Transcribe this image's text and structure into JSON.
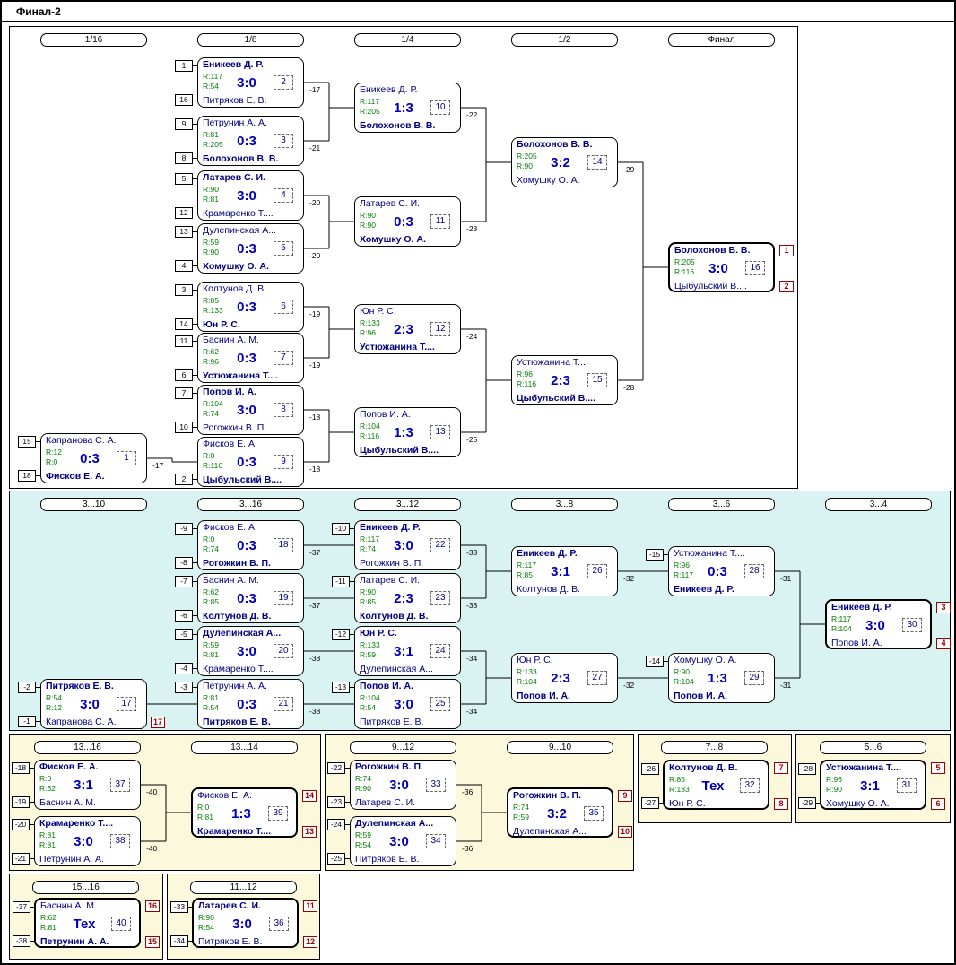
{
  "window": {
    "title": "Финал-2"
  },
  "colors": {
    "player_name": "#00007f",
    "rating": "#007f00",
    "score": "#0000bb",
    "match_number": "#000080",
    "place_badge": "#990000",
    "main_bg": "#ffffff",
    "consolation_bg": "#d9f3f3",
    "classification_bg": "#fcf8dc"
  },
  "panels": [
    {
      "name": "main-bracket-panel",
      "headers": [
        "1/16",
        "1/8",
        "1/4",
        "1/2",
        "Финал"
      ]
    },
    {
      "name": "places-3-10-panel",
      "headers": [
        "3...10",
        "3...16",
        "3...12",
        "3...8",
        "3...6",
        "3...4"
      ]
    },
    {
      "name": "places-13-16-panel",
      "headers": [
        "13...16",
        "13...14"
      ]
    },
    {
      "name": "places-9-12-panel",
      "headers": [
        "9...12",
        "9...10"
      ]
    },
    {
      "name": "places-7-8-panel",
      "headers": [
        "7...8"
      ]
    },
    {
      "name": "places-5-6-panel",
      "headers": [
        "5...6"
      ]
    },
    {
      "name": "places-15-16-panel",
      "headers": [
        "15...16"
      ]
    },
    {
      "name": "places-11-12-panel",
      "headers": [
        "11...12"
      ]
    }
  ],
  "matches": [
    {
      "no": "1",
      "score": "0:3",
      "loser_to": "-17",
      "final": false,
      "p1": {
        "seed": "15",
        "name": "Капранова С. А.",
        "rating": "R:12",
        "winner": false,
        "place": ""
      },
      "p2": {
        "seed": "18",
        "name": "Фисков Е. А.",
        "rating": "R:0",
        "winner": true,
        "place": ""
      }
    },
    {
      "no": "2",
      "score": "3:0",
      "loser_to": "-17",
      "final": false,
      "p1": {
        "seed": "1",
        "name": "Еникеев Д. Р.",
        "rating": "R:117",
        "winner": true,
        "place": ""
      },
      "p2": {
        "seed": "16",
        "name": "Питряков Е. В.",
        "rating": "R:54",
        "winner": false,
        "place": ""
      }
    },
    {
      "no": "3",
      "score": "0:3",
      "loser_to": "-21",
      "final": false,
      "p1": {
        "seed": "9",
        "name": "Петрунин А. А.",
        "rating": "R:81",
        "winner": false,
        "place": ""
      },
      "p2": {
        "seed": "8",
        "name": "Болохонов В. В.",
        "rating": "R:205",
        "winner": true,
        "place": ""
      }
    },
    {
      "no": "4",
      "score": "3:0",
      "loser_to": "-20",
      "final": false,
      "p1": {
        "seed": "5",
        "name": "Латарев С. И.",
        "rating": "R:90",
        "winner": true,
        "place": ""
      },
      "p2": {
        "seed": "12",
        "name": "Крамаренко Т....",
        "rating": "R:81",
        "winner": false,
        "place": ""
      }
    },
    {
      "no": "5",
      "score": "0:3",
      "loser_to": "-20",
      "final": false,
      "p1": {
        "seed": "13",
        "name": "Дулепинская А...",
        "rating": "R:59",
        "winner": false,
        "place": ""
      },
      "p2": {
        "seed": "4",
        "name": "Хомушку О. А.",
        "rating": "R:90",
        "winner": true,
        "place": ""
      }
    },
    {
      "no": "6",
      "score": "0:3",
      "loser_to": "-19",
      "final": false,
      "p1": {
        "seed": "3",
        "name": "Колтунов Д. В.",
        "rating": "R:85",
        "winner": false,
        "place": ""
      },
      "p2": {
        "seed": "14",
        "name": "Юн Р. С.",
        "rating": "R:133",
        "winner": true,
        "place": ""
      }
    },
    {
      "no": "7",
      "score": "0:3",
      "loser_to": "-19",
      "final": false,
      "p1": {
        "seed": "11",
        "name": "Баснин А. М.",
        "rating": "R:62",
        "winner": false,
        "place": ""
      },
      "p2": {
        "seed": "6",
        "name": "Устюжанина Т....",
        "rating": "R:96",
        "winner": true,
        "place": ""
      }
    },
    {
      "no": "8",
      "score": "3:0",
      "loser_to": "-18",
      "final": false,
      "p1": {
        "seed": "7",
        "name": "Попов И. А.",
        "rating": "R:104",
        "winner": true,
        "place": ""
      },
      "p2": {
        "seed": "10",
        "name": "Рогожкин В. П.",
        "rating": "R:74",
        "winner": false,
        "place": ""
      }
    },
    {
      "no": "9",
      "score": "0:3",
      "loser_to": "-18",
      "final": false,
      "p1": {
        "seed": "",
        "name": "Фисков Е. А.",
        "rating": "R:0",
        "winner": false,
        "place": ""
      },
      "p2": {
        "seed": "2",
        "name": "Цыбульский В....",
        "rating": "R:116",
        "winner": true,
        "place": ""
      }
    },
    {
      "no": "10",
      "score": "1:3",
      "loser_to": "-22",
      "final": false,
      "p1": {
        "seed": "",
        "name": "Еникеев Д. Р.",
        "rating": "R:117",
        "winner": false,
        "place": ""
      },
      "p2": {
        "seed": "",
        "name": "Болохонов В. В.",
        "rating": "R:205",
        "winner": true,
        "place": ""
      }
    },
    {
      "no": "11",
      "score": "0:3",
      "loser_to": "-23",
      "final": false,
      "p1": {
        "seed": "",
        "name": "Латарев С. И.",
        "rating": "R:90",
        "winner": false,
        "place": ""
      },
      "p2": {
        "seed": "",
        "name": "Хомушку О. А.",
        "rating": "R:90",
        "winner": true,
        "place": ""
      }
    },
    {
      "no": "12",
      "score": "2:3",
      "loser_to": "-24",
      "final": false,
      "p1": {
        "seed": "",
        "name": "Юн Р. С.",
        "rating": "R:133",
        "winner": false,
        "place": ""
      },
      "p2": {
        "seed": "",
        "name": "Устюжанина Т....",
        "rating": "R:96",
        "winner": true,
        "place": ""
      }
    },
    {
      "no": "13",
      "score": "1:3",
      "loser_to": "-25",
      "final": false,
      "p1": {
        "seed": "",
        "name": "Попов И. А.",
        "rating": "R:104",
        "winner": false,
        "place": ""
      },
      "p2": {
        "seed": "",
        "name": "Цыбульский В....",
        "rating": "R:116",
        "winner": true,
        "place": ""
      }
    },
    {
      "no": "14",
      "score": "3:2",
      "loser_to": "-29",
      "final": false,
      "p1": {
        "seed": "",
        "name": "Болохонов В. В.",
        "rating": "R:205",
        "winner": true,
        "place": ""
      },
      "p2": {
        "seed": "",
        "name": "Хомушку О. А.",
        "rating": "R:90",
        "winner": false,
        "place": ""
      }
    },
    {
      "no": "15",
      "score": "2:3",
      "loser_to": "-28",
      "final": false,
      "p1": {
        "seed": "",
        "name": "Устюжанина Т....",
        "rating": "R:96",
        "winner": false,
        "place": ""
      },
      "p2": {
        "seed": "",
        "name": "Цыбульский В....",
        "rating": "R:116",
        "winner": true,
        "place": ""
      }
    },
    {
      "no": "16",
      "score": "3:0",
      "loser_to": "",
      "final": true,
      "p1": {
        "seed": "",
        "name": "Болохонов В. В.",
        "rating": "R:205",
        "winner": true,
        "place": "1"
      },
      "p2": {
        "seed": "",
        "name": "Цыбульский В....",
        "rating": "R:116",
        "winner": false,
        "place": "2"
      }
    },
    {
      "no": "17",
      "score": "3:0",
      "loser_to": "",
      "final": false,
      "p1": {
        "seed": "-2",
        "name": "Питряков Е. В.",
        "rating": "R:54",
        "winner": true,
        "place": ""
      },
      "p2": {
        "seed": "-1",
        "name": "Капранова С. А.",
        "rating": "R:12",
        "winner": false,
        "place": "17"
      }
    },
    {
      "no": "18",
      "score": "0:3",
      "loser_to": "-37",
      "final": false,
      "p1": {
        "seed": "-9",
        "name": "Фисков Е. А.",
        "rating": "R:0",
        "winner": false,
        "place": ""
      },
      "p2": {
        "seed": "-8",
        "name": "Рогожкин В. П.",
        "rating": "R:74",
        "winner": true,
        "place": ""
      }
    },
    {
      "no": "19",
      "score": "0:3",
      "loser_to": "-37",
      "final": false,
      "p1": {
        "seed": "-7",
        "name": "Баснин А. М.",
        "rating": "R:62",
        "winner": false,
        "place": ""
      },
      "p2": {
        "seed": "-6",
        "name": "Колтунов Д. В.",
        "rating": "R:85",
        "winner": true,
        "place": ""
      }
    },
    {
      "no": "20",
      "score": "3:0",
      "loser_to": "-38",
      "final": false,
      "p1": {
        "seed": "-5",
        "name": "Дулепинская А...",
        "rating": "R:59",
        "winner": true,
        "place": ""
      },
      "p2": {
        "seed": "-4",
        "name": "Крамаренко Т....",
        "rating": "R:81",
        "winner": false,
        "place": ""
      }
    },
    {
      "no": "21",
      "score": "0:3",
      "loser_to": "-38",
      "final": false,
      "p1": {
        "seed": "-3",
        "name": "Петрунин А. А.",
        "rating": "R:81",
        "winner": false,
        "place": ""
      },
      "p2": {
        "seed": "",
        "name": "Питряков Е. В.",
        "rating": "R:54",
        "winner": true,
        "place": ""
      }
    },
    {
      "no": "22",
      "score": "3:0",
      "loser_to": "-33",
      "final": false,
      "p1": {
        "seed": "-10",
        "name": "Еникеев Д. Р.",
        "rating": "R:117",
        "winner": true,
        "place": ""
      },
      "p2": {
        "seed": "",
        "name": "Рогожкин В. П.",
        "rating": "R:74",
        "winner": false,
        "place": ""
      }
    },
    {
      "no": "23",
      "score": "2:3",
      "loser_to": "-33",
      "final": false,
      "p1": {
        "seed": "-11",
        "name": "Латарев С. И.",
        "rating": "R:90",
        "winner": false,
        "place": ""
      },
      "p2": {
        "seed": "",
        "name": "Колтунов Д. В.",
        "rating": "R:85",
        "winner": true,
        "place": ""
      }
    },
    {
      "no": "24",
      "score": "3:1",
      "loser_to": "-34",
      "final": false,
      "p1": {
        "seed": "-12",
        "name": "Юн Р. С.",
        "rating": "R:133",
        "winner": true,
        "place": ""
      },
      "p2": {
        "seed": "",
        "name": "Дулепинская А...",
        "rating": "R:59",
        "winner": false,
        "place": ""
      }
    },
    {
      "no": "25",
      "score": "3:0",
      "loser_to": "-34",
      "final": false,
      "p1": {
        "seed": "-13",
        "name": "Попов И. А.",
        "rating": "R:104",
        "winner": true,
        "place": ""
      },
      "p2": {
        "seed": "",
        "name": "Питряков Е. В.",
        "rating": "R:54",
        "winner": false,
        "place": ""
      }
    },
    {
      "no": "26",
      "score": "3:1",
      "loser_to": "-32",
      "final": false,
      "p1": {
        "seed": "",
        "name": "Еникеев Д. Р.",
        "rating": "R:117",
        "winner": true,
        "place": ""
      },
      "p2": {
        "seed": "",
        "name": "Колтунов Д. В.",
        "rating": "R:85",
        "winner": false,
        "place": ""
      }
    },
    {
      "no": "27",
      "score": "2:3",
      "loser_to": "-32",
      "final": false,
      "p1": {
        "seed": "",
        "name": "Юн Р. С.",
        "rating": "R:133",
        "winner": false,
        "place": ""
      },
      "p2": {
        "seed": "",
        "name": "Попов И. А.",
        "rating": "R:104",
        "winner": true,
        "place": ""
      }
    },
    {
      "no": "28",
      "score": "0:3",
      "loser_to": "-31",
      "final": false,
      "p1": {
        "seed": "-15",
        "name": "Устюжанина Т....",
        "rating": "R:96",
        "winner": false,
        "place": ""
      },
      "p2": {
        "seed": "",
        "name": "Еникеев Д. Р.",
        "rating": "R:117",
        "winner": true,
        "place": ""
      }
    },
    {
      "no": "29",
      "score": "1:3",
      "loser_to": "-31",
      "final": false,
      "p1": {
        "seed": "-14",
        "name": "Хомушку О. А.",
        "rating": "R:90",
        "winner": false,
        "place": ""
      },
      "p2": {
        "seed": "",
        "name": "Попов И. А.",
        "rating": "R:104",
        "winner": true,
        "place": ""
      }
    },
    {
      "no": "30",
      "score": "3:0",
      "loser_to": "",
      "final": true,
      "p1": {
        "seed": "",
        "name": "Еникеев Д. Р.",
        "rating": "R:117",
        "winner": true,
        "place": "3"
      },
      "p2": {
        "seed": "",
        "name": "Попов И. А.",
        "rating": "R:104",
        "winner": false,
        "place": "4"
      }
    },
    {
      "no": "31",
      "score": "3:1",
      "loser_to": "",
      "final": true,
      "p1": {
        "seed": "-28",
        "name": "Устюжанина Т....",
        "rating": "R:96",
        "winner": true,
        "place": "5"
      },
      "p2": {
        "seed": "-29",
        "name": "Хомушку О. А.",
        "rating": "R:90",
        "winner": false,
        "place": "6"
      }
    },
    {
      "no": "32",
      "score": "Тех",
      "loser_to": "",
      "final": true,
      "p1": {
        "seed": "-26",
        "name": "Колтунов Д. В.",
        "rating": "R:85",
        "winner": true,
        "place": "7"
      },
      "p2": {
        "seed": "-27",
        "name": "Юн Р. С.",
        "rating": "R:133",
        "winner": false,
        "place": "8"
      }
    },
    {
      "no": "33",
      "score": "3:0",
      "loser_to": "-36",
      "final": false,
      "p1": {
        "seed": "-22",
        "name": "Рогожкин В. П.",
        "rating": "R:74",
        "winner": true,
        "place": ""
      },
      "p2": {
        "seed": "-23",
        "name": "Латарев С. И.",
        "rating": "R:90",
        "winner": false,
        "place": ""
      }
    },
    {
      "no": "34",
      "score": "3:0",
      "loser_to": "-36",
      "final": false,
      "p1": {
        "seed": "-24",
        "name": "Дулепинская А...",
        "rating": "R:59",
        "winner": true,
        "place": ""
      },
      "p2": {
        "seed": "-25",
        "name": "Питряков Е. В.",
        "rating": "R:54",
        "winner": false,
        "place": ""
      }
    },
    {
      "no": "35",
      "score": "3:2",
      "loser_to": "",
      "final": true,
      "p1": {
        "seed": "",
        "name": "Рогожкин В. П.",
        "rating": "R:74",
        "winner": true,
        "place": "9"
      },
      "p2": {
        "seed": "",
        "name": "Дулепинская А...",
        "rating": "R:59",
        "winner": false,
        "place": "10"
      }
    },
    {
      "no": "36",
      "score": "3:0",
      "loser_to": "",
      "final": true,
      "p1": {
        "seed": "-33",
        "name": "Латарев С. И.",
        "rating": "R:90",
        "winner": true,
        "place": "11"
      },
      "p2": {
        "seed": "-34",
        "name": "Питряков Е. В.",
        "rating": "R:54",
        "winner": false,
        "place": "12"
      }
    },
    {
      "no": "37",
      "score": "3:1",
      "loser_to": "-40",
      "final": false,
      "p1": {
        "seed": "-18",
        "name": "Фисков Е. А.",
        "rating": "R:0",
        "winner": true,
        "place": ""
      },
      "p2": {
        "seed": "-19",
        "name": "Баснин А. М.",
        "rating": "R:62",
        "winner": false,
        "place": ""
      }
    },
    {
      "no": "38",
      "score": "3:0",
      "loser_to": "-40",
      "final": false,
      "p1": {
        "seed": "-20",
        "name": "Крамаренко Т....",
        "rating": "R:81",
        "winner": true,
        "place": ""
      },
      "p2": {
        "seed": "-21",
        "name": "Петрунин А. А.",
        "rating": "R:81",
        "winner": false,
        "place": ""
      }
    },
    {
      "no": "39",
      "score": "1:3",
      "loser_to": "",
      "final": true,
      "p1": {
        "seed": "",
        "name": "Фисков Е. А.",
        "rating": "R:0",
        "winner": false,
        "place": "14"
      },
      "p2": {
        "seed": "",
        "name": "Крамаренко Т....",
        "rating": "R:81",
        "winner": true,
        "place": "13"
      }
    },
    {
      "no": "40",
      "score": "Тех",
      "loser_to": "",
      "final": true,
      "p1": {
        "seed": "-37",
        "name": "Баснин А. М.",
        "rating": "R:62",
        "winner": false,
        "place": "16"
      },
      "p2": {
        "seed": "-38",
        "name": "Петрунин А. А.",
        "rating": "R:81",
        "winner": true,
        "place": "15"
      }
    }
  ]
}
